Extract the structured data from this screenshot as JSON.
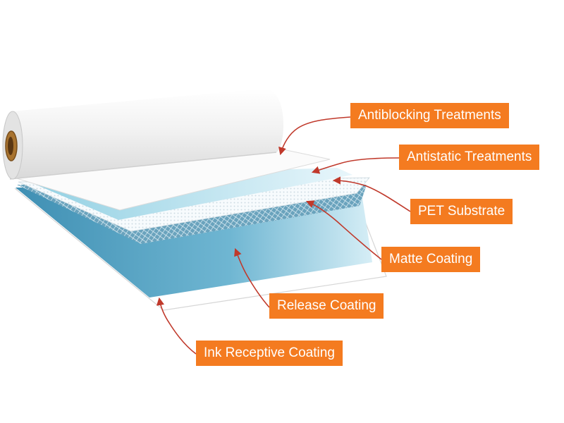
{
  "diagram": {
    "labels": {
      "antiblocking": "Antiblocking Treatments",
      "antistatic": "Antistatic Treatments",
      "pet_substrate": "PET Substrate",
      "matte_coating": "Matte Coating",
      "release_coating": "Release Coating",
      "ink_receptive_coating": "Ink Receptive Coating"
    },
    "colors": {
      "label_background": "#f47b20",
      "label_text": "#ffffff",
      "arrow": "#c0392b",
      "release_layer": "#5fa8c6",
      "antistatic_layer": "#bfe4ef",
      "roll": "#f4f4f4"
    }
  }
}
